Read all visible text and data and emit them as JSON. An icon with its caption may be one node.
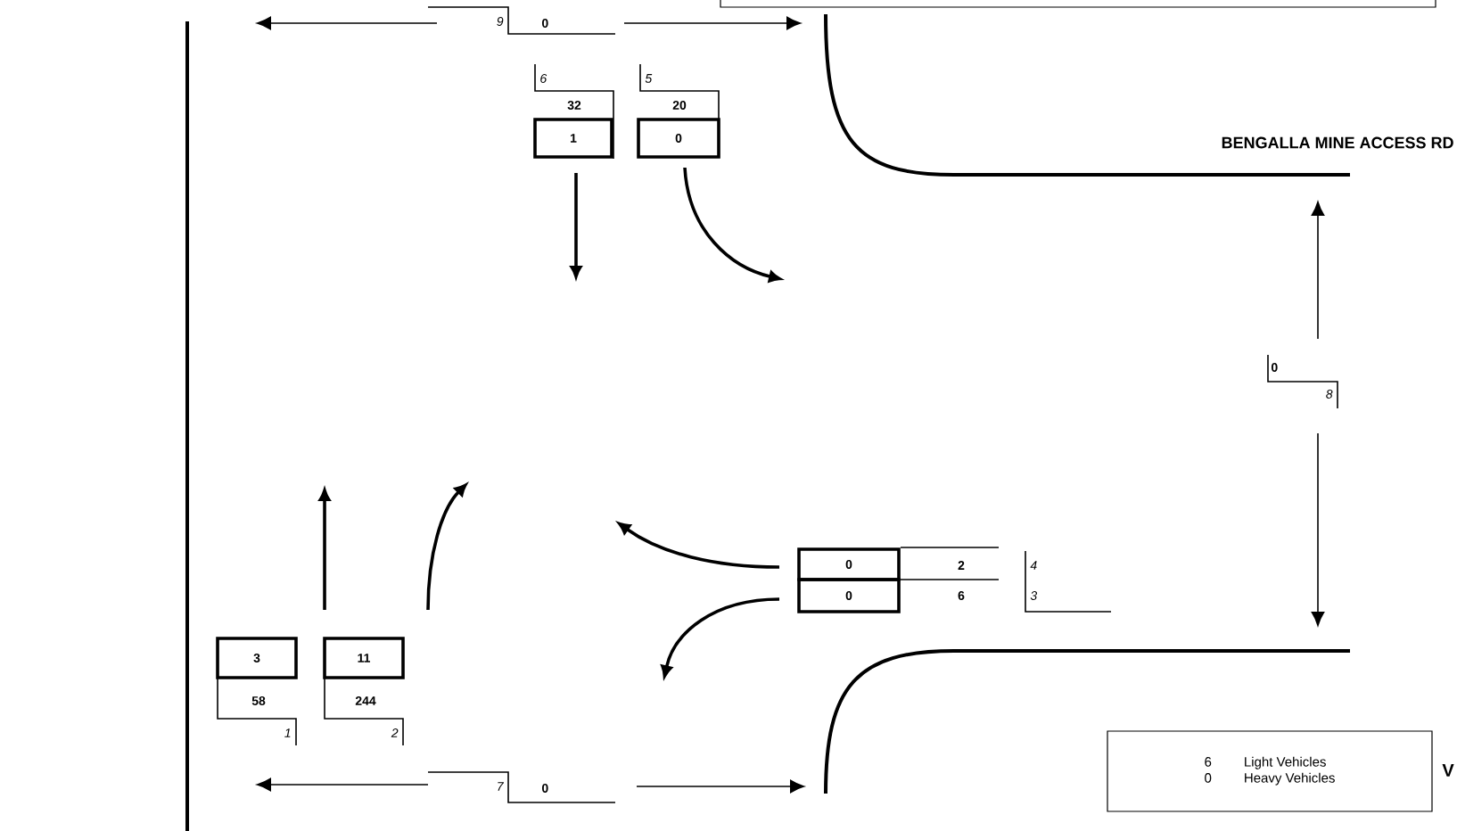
{
  "diagram": {
    "nodes": [
      {
        "text": [
          "1"
        ]
      },
      {
        "text": [
          "0"
        ]
      },
      {
        "text": [
          "0"
        ]
      },
      {
        "text": [
          "0"
        ]
      },
      {
        "text": [
          "3"
        ]
      },
      {
        "text": [
          "11"
        ]
      },
      {
        "text": [
          "6",
          "Light Vehicles",
          "0",
          "Heavy Vehicles"
        ]
      }
    ],
    "labels": [
      "9",
      "0",
      "6",
      "5",
      "32",
      "20",
      "BENGALLA MINE ACCESS RD",
      "0",
      "8",
      "2",
      "4",
      "6",
      "3",
      "58",
      "244",
      "1",
      "2",
      "7",
      "0",
      "V"
    ]
  }
}
